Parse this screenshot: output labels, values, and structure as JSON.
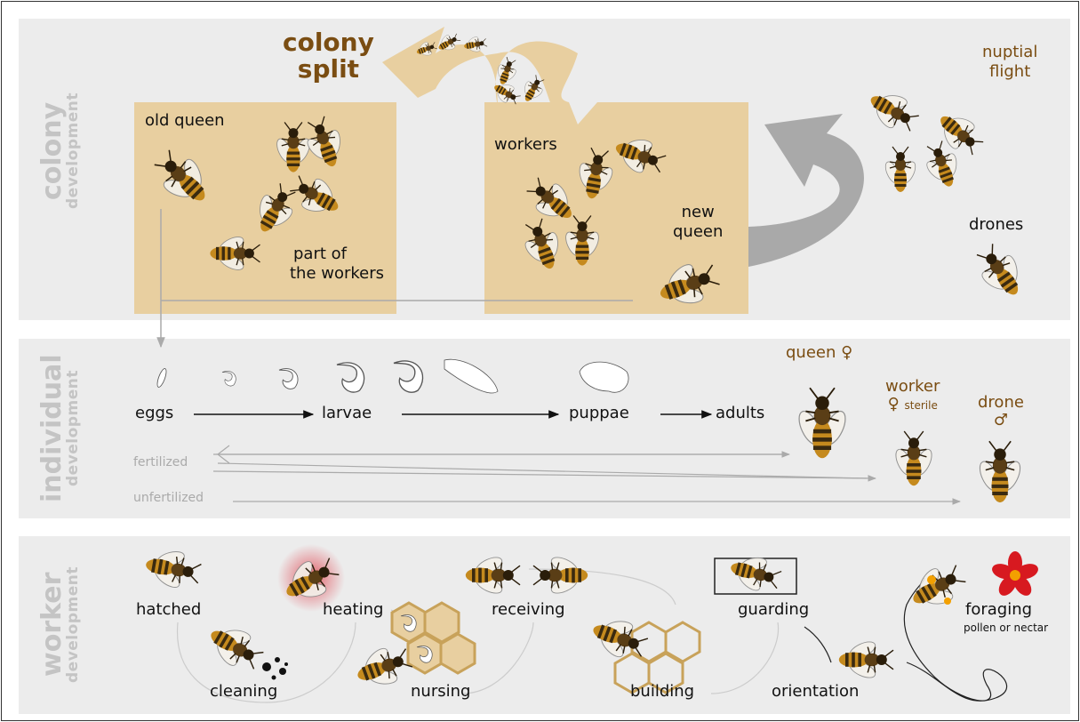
{
  "colors": {
    "panel": "#ececec",
    "box": "#e8cfa0",
    "brown_text": "#7a4d12",
    "side_label": "#c4c4c4",
    "big_arrow": "#a9a9a9",
    "honeycomb": "#c8a25a",
    "flower": "#d71920",
    "flower_center": "#f3a000"
  },
  "colony": {
    "side_top": "colony",
    "side_bottom": "development",
    "split_line1": "colony",
    "split_line2": "split",
    "old_queen": "old queen",
    "part_line1": "part of",
    "part_line2": "the workers",
    "workers": "workers",
    "new_queen_line1": "new",
    "new_queen_line2": "queen",
    "nuptial_line1": "nuptial",
    "nuptial_line2": "flight",
    "drones": "drones"
  },
  "individual": {
    "side_top": "individual",
    "side_bottom": "development",
    "eggs": "eggs",
    "larvae": "larvae",
    "puppae": "puppae",
    "adults": "adults",
    "queen": "queen ♀",
    "worker": "worker",
    "worker_sub_symbol": "♀",
    "worker_sub": "sterile",
    "drone": "drone",
    "drone_symbol": "♂",
    "fertilized": "fertilized",
    "unfertilized": "unfertilized"
  },
  "worker": {
    "side_top": "worker",
    "side_bottom": "development",
    "hatched": "hatched",
    "heating": "heating",
    "receiving": "receiving",
    "guarding": "guarding",
    "foraging": "foraging",
    "foraging_sub": "pollen or nectar",
    "cleaning": "cleaning",
    "nursing": "nursing",
    "building": "building",
    "orientation": "orientation"
  }
}
